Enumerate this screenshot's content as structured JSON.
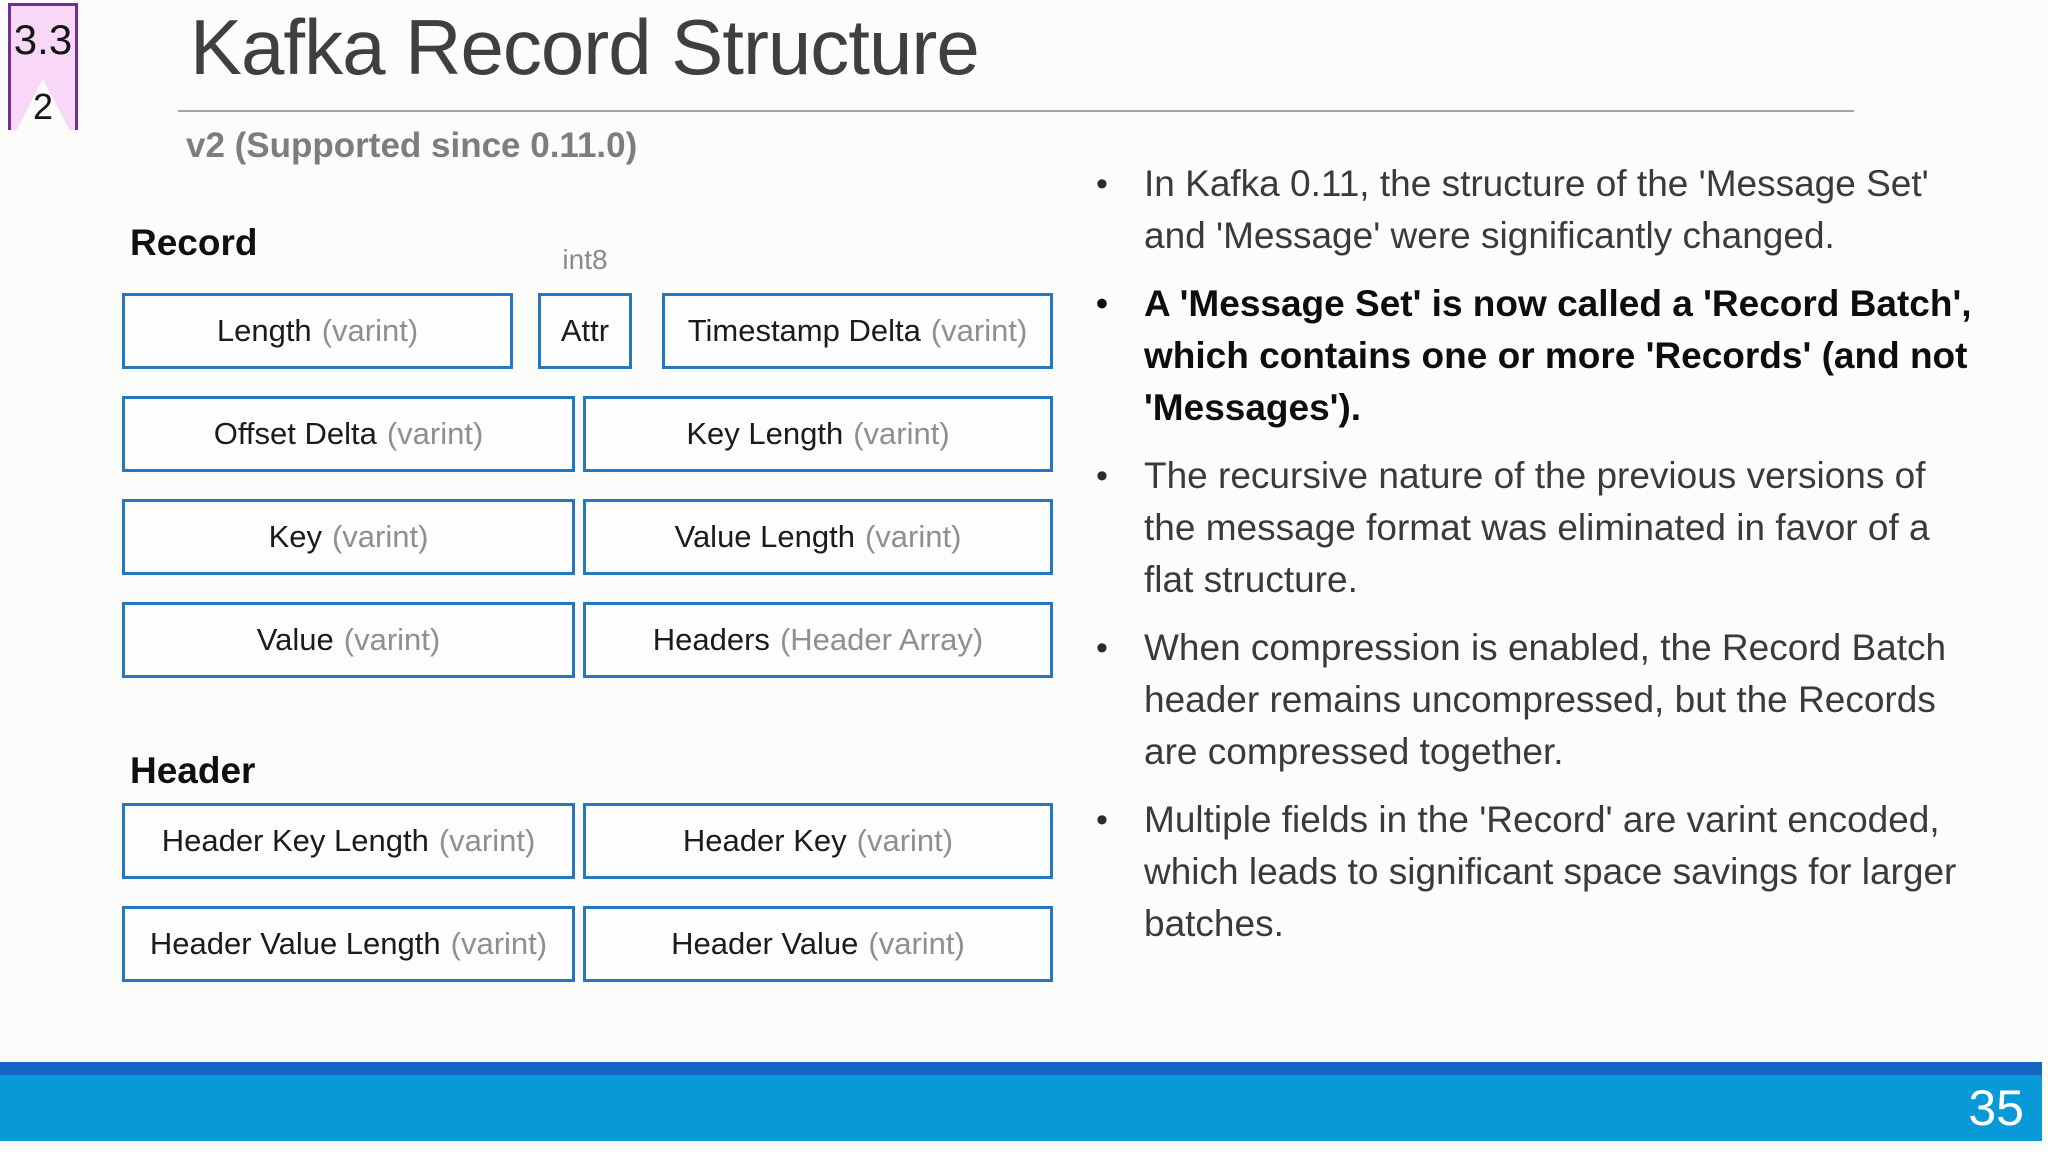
{
  "badge": {
    "section": "3.3",
    "sub": "2"
  },
  "header": {
    "title": "Kafka Record Structure",
    "subtitle": "v2 (Supported since 0.11.0)"
  },
  "diagram": {
    "record_label": "Record",
    "header_label": "Header",
    "attr_type_label": "int8",
    "boxes": [
      {
        "name": "Length",
        "suffix": "(varint)"
      },
      {
        "name": "Attr",
        "suffix": ""
      },
      {
        "name": "Timestamp Delta",
        "suffix": "(varint)"
      },
      {
        "name": "Offset Delta",
        "suffix": "(varint)"
      },
      {
        "name": "Key Length",
        "suffix": "(varint)"
      },
      {
        "name": "Key",
        "suffix": "(varint)"
      },
      {
        "name": "Value Length",
        "suffix": "(varint)"
      },
      {
        "name": "Value",
        "suffix": "(varint)"
      },
      {
        "name": "Headers",
        "suffix": "(Header Array)"
      },
      {
        "name": "Header Key Length",
        "suffix": "(varint)"
      },
      {
        "name": "Header Key",
        "suffix": "(varint)"
      },
      {
        "name": "Header Value Length",
        "suffix": "(varint)"
      },
      {
        "name": "Header Value",
        "suffix": "(varint)"
      }
    ]
  },
  "bullets": [
    {
      "marker": "•",
      "bold": false,
      "text": "In Kafka 0.11, the structure of the 'Message Set' and 'Message' were significantly changed."
    },
    {
      "marker": "•",
      "bold": true,
      "text": "A 'Message Set' is now called a 'Record Batch', which contains one or more 'Records' (and not 'Messages')."
    },
    {
      "marker": "•",
      "bold": false,
      "text": "The recursive nature of the previous versions of the message format was eliminated in favor of a flat structure."
    },
    {
      "marker": "•",
      "bold": false,
      "text": "When compression is enabled, the Record Batch header remains uncompressed, but the Records are compressed together."
    },
    {
      "marker": "•",
      "bold": false,
      "text": "Multiple fields in the 'Record' are varint encoded, which leads to significant space savings for larger batches."
    }
  ],
  "footer": {
    "page_number": "35"
  },
  "colors": {
    "box_border_blue": "#2577c2",
    "footer_bar_blue": "#0899d9",
    "footer_strip_blue": "#1565c4",
    "badge_fill_pink": "#f8d8f6",
    "badge_border_purple": "#6f2da0",
    "title_gray": "#3f3f3f",
    "subtitle_gray": "#7d7d7d",
    "suffix_gray": "#8f8f8f"
  }
}
